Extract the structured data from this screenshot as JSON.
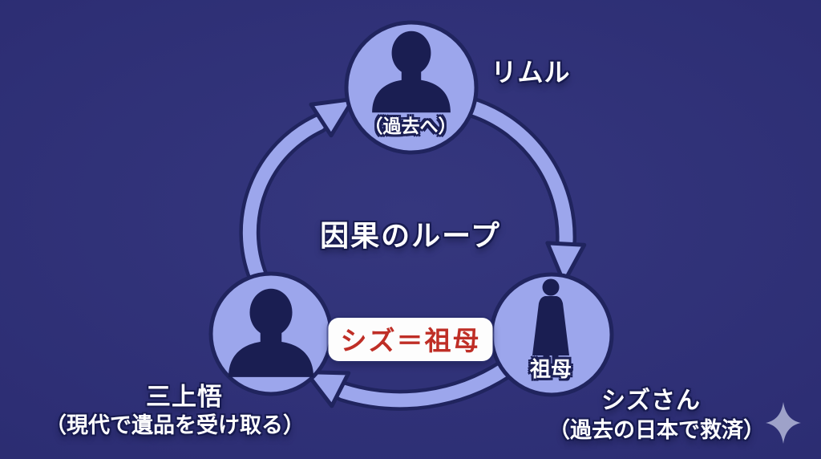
{
  "diagram": {
    "title": "因果のループ",
    "equation_label": "シズ＝祖母",
    "nodes": {
      "rimuru": {
        "name": "リムル",
        "note": "（過去へ）",
        "icon": "person-bust"
      },
      "shizu": {
        "name": "シズさん",
        "note": "（過去の日本で救済）",
        "tag": "祖母",
        "icon": "person-female"
      },
      "satoru": {
        "name": "三上悟",
        "note": "（現代で遺品を受け取る）",
        "icon": "person-bust"
      }
    },
    "arrows": [
      {
        "from": "satoru",
        "to": "rimuru",
        "direction": "up"
      },
      {
        "from": "rimuru",
        "to": "shizu",
        "direction": "down"
      },
      {
        "from": "shizu",
        "to": "satoru",
        "direction": "left"
      }
    ],
    "icons": {
      "sparkle": "four-point-star"
    },
    "colors": {
      "background": "#2d2e74",
      "node_fill": "#9ca6ec",
      "node_outline": "#20245e",
      "silhouette": "#1a1e52",
      "arrow_fill": "#9ca6ec",
      "arrow_outline": "#20245e",
      "text": "#ffffff",
      "equation_red": "#bf2e26",
      "equation_bg": "#fdfdfd",
      "sparkle": "#a4a9cd"
    }
  }
}
